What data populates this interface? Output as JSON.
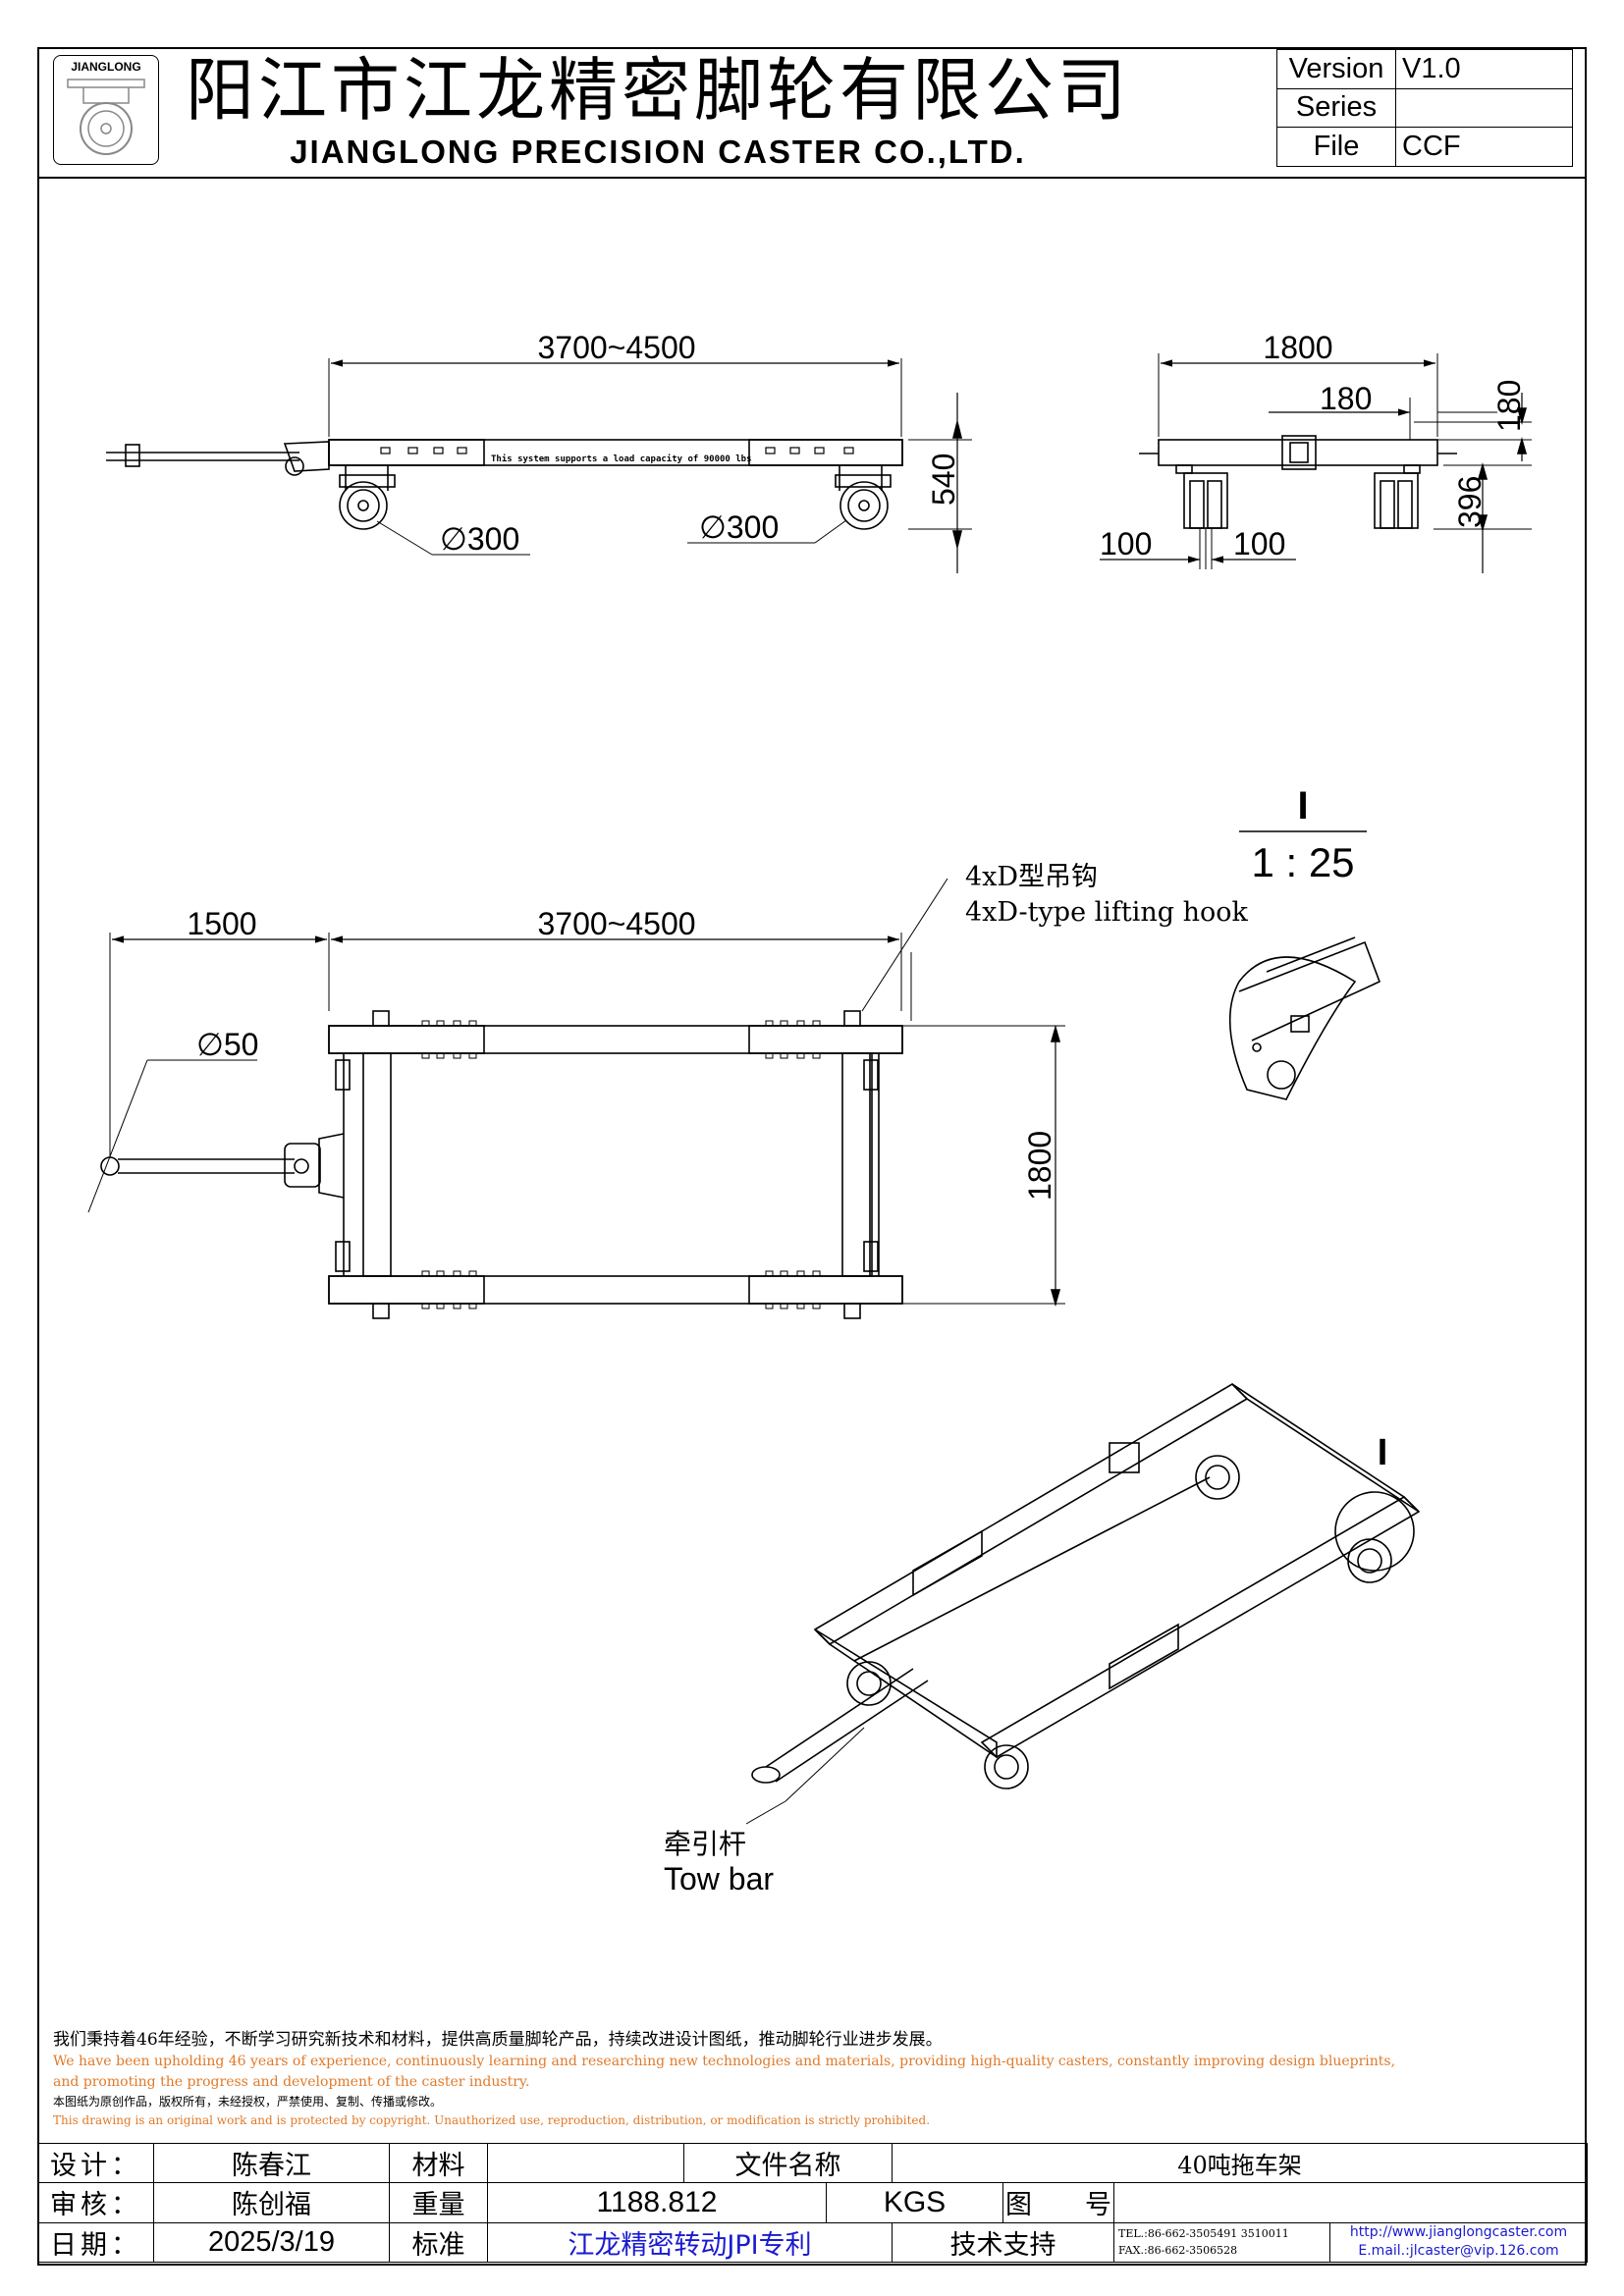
{
  "header": {
    "logo_text": "JIANGLONG",
    "title_cn": "阳江市江龙精密脚轮有限公司",
    "title_en": "JIANGLONG PRECISION CASTER CO.,LTD.",
    "version_label": "Version",
    "version_value": "V1.0",
    "series_label": "Series",
    "series_value": "",
    "file_label": "File",
    "file_value": "CCF"
  },
  "side_view": {
    "length_dim": "3700~4500",
    "wheel_left": "∅300",
    "wheel_right": "∅300",
    "height_dim": "540",
    "frame_text": "This system supports a load capacity of 90000 lbs"
  },
  "end_view": {
    "width_dim": "1800",
    "top_offset": "180",
    "vert_top": "180",
    "vert_bottom": "396",
    "bottom_left": "100",
    "bottom_right": "100"
  },
  "plan_view": {
    "towbar_dim": "1500",
    "length_dim": "3700~4500",
    "width_dim": "1800",
    "hole_dim": "∅50",
    "hook_cn": "4xD型吊钩",
    "hook_en": "4xD-type lifting hook"
  },
  "detail": {
    "mark": "I",
    "scale": "1 : 25"
  },
  "iso_view": {
    "mark": "I",
    "towbar_cn": "牵引杆",
    "towbar_en": "Tow bar"
  },
  "notes": {
    "line1": "我们秉持着46年经验，不断学习研究新技术和材料，提供高质量脚轮产品，持续改进设计图纸，推动脚轮行业进步发展。",
    "line2": "We have been upholding 46 years of experience, continuously learning and researching new technologies and materials, providing high-quality casters, constantly improving design blueprints,",
    "line3": "and promoting the progress and development of the caster industry.",
    "line4": "本图纸为原创作品，版权所有，未经授权，严禁使用、复制、传播或修改。",
    "line5": "This drawing is an original work and is protected by copyright. Unauthorized use, reproduction, distribution, or modification is strictly prohibited."
  },
  "title_block": {
    "design_label": "设计：",
    "designer": "陈春江",
    "material_label": "材料",
    "material_value": "",
    "filename_label": "文件名称",
    "filename_value": "40吨拖车架",
    "review_label": "审核：",
    "reviewer": "陈创福",
    "weight_label": "重量",
    "weight_value": "1188.812",
    "weight_unit": "KGS",
    "drawing_no_label": "图　　号",
    "drawing_no_value": "",
    "date_label": "日期：",
    "date_value": "2025/3/19",
    "standard_label": "标准",
    "standard_value": "江龙精密转动JPI专利",
    "support_label": "技术支持",
    "tel": "TEL.:86-662-3505491 3510011",
    "fax": "FAX.:86-662-3506528",
    "website": "http://www.jianglongcaster.com",
    "email": "E.mail.:jlcaster@vip.126.com"
  }
}
